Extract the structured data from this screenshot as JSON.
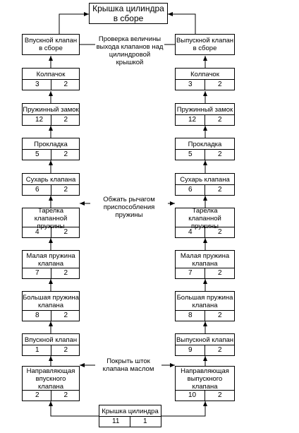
{
  "top_title": "Крышка цилиндра в сборе",
  "left_assembly": "Впускной клапан в сборе",
  "right_assembly": "Выпускной клапан в сборе",
  "note_check": "Проверка величины выхода клапанов над цилиндровой крышкой",
  "note_compress": "Обжать рычагом приспособления пружины",
  "note_oil": "Покрыть шток клапана маслом",
  "left_items": [
    {
      "label": "Колпачок",
      "a": "3",
      "b": "2"
    },
    {
      "label": "Пружинный замок",
      "a": "12",
      "b": "2"
    },
    {
      "label": "Прокладка",
      "a": "5",
      "b": "2"
    },
    {
      "label": "Сухарь клапана",
      "a": "6",
      "b": "2"
    },
    {
      "label": "Тарелка клапанной пружины",
      "a": "4",
      "b": "2"
    },
    {
      "label": "Малая пружина клапана",
      "a": "7",
      "b": "2"
    },
    {
      "label": "Большая пружина клапана",
      "a": "8",
      "b": "2"
    },
    {
      "label": "Впускной клапан",
      "a": "1",
      "b": "2"
    },
    {
      "label": "Направляющая впускного клапана",
      "a": "2",
      "b": "2"
    }
  ],
  "right_items": [
    {
      "label": "Колпачок",
      "a": "3",
      "b": "2"
    },
    {
      "label": "Пружинный замок",
      "a": "12",
      "b": "2"
    },
    {
      "label": "Прокладка",
      "a": "5",
      "b": "2"
    },
    {
      "label": "Сухарь клапана",
      "a": "6",
      "b": "2"
    },
    {
      "label": "Тарелка клапанной пружины",
      "a": "4",
      "b": "2"
    },
    {
      "label": "Малая пружина клапана",
      "a": "7",
      "b": "2"
    },
    {
      "label": "Большая пружина клапана",
      "a": "8",
      "b": "2"
    },
    {
      "label": "Выпускной клапан",
      "a": "9",
      "b": "2"
    },
    {
      "label": "Направляющая выпускного клапана",
      "a": "10",
      "b": "2"
    }
  ],
  "base": {
    "label": "Крышка цилиндра",
    "a": "11",
    "b": "1"
  }
}
